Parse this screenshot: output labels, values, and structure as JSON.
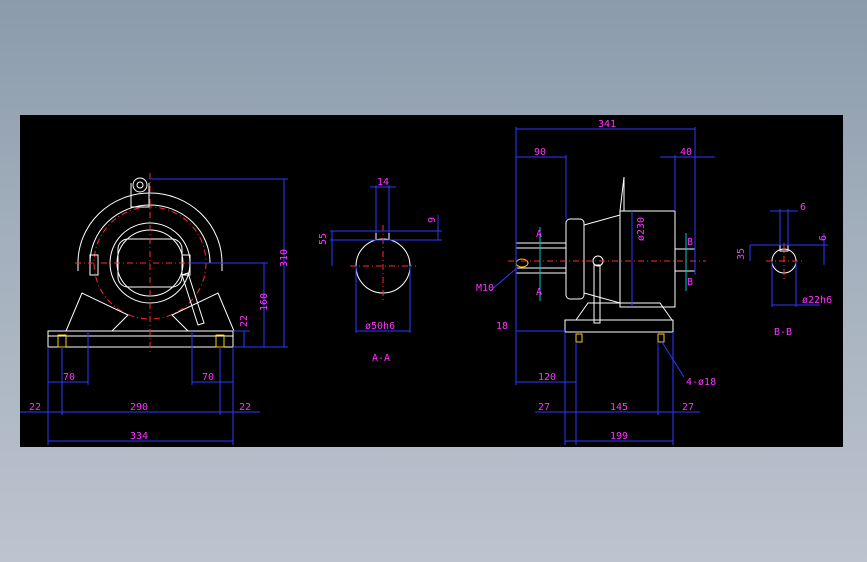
{
  "drawing": {
    "front_view": {
      "dims": {
        "d310": "310",
        "d160": "160",
        "d22v": "22",
        "d70l": "70",
        "d70r": "70",
        "d22l": "22",
        "d290": "290",
        "d22r": "22",
        "d334": "334"
      }
    },
    "section_aa": {
      "title": "A-A",
      "dims": {
        "d14": "14",
        "d9": "9",
        "d55": "55",
        "dia": "ø50h6"
      }
    },
    "side_view": {
      "dims": {
        "d341": "341",
        "d90": "90",
        "d40": "40",
        "d230": "ø230",
        "m10": "M10",
        "d18": "18",
        "d120": "120",
        "d27l": "27",
        "d145": "145",
        "d27r": "27",
        "d199": "199",
        "holes": "4-ø18"
      },
      "marks": {
        "a_top": "A",
        "a_bot": "A",
        "b_top": "B",
        "b_bot": "B"
      }
    },
    "section_bb": {
      "title": "B-B",
      "dims": {
        "d6t": "6",
        "d6r": "6",
        "d35": "35",
        "dia": "ø22h6"
      }
    },
    "colors": {
      "background": "#000000",
      "outline": "#ffffff",
      "centerline": "#ff2a2a",
      "dimension_line": "#2a3aff",
      "dimension_text": "#ff33ff",
      "hidden": "#ffd000"
    }
  }
}
